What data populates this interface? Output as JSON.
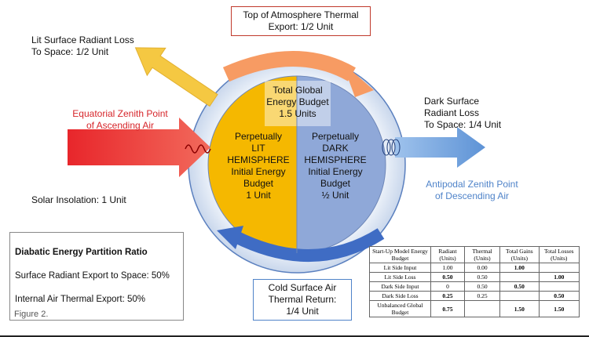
{
  "labels": {
    "top_atmosphere": "Top of Atmosphere Thermal\nExport: 1/2 Unit",
    "lit_surface_loss": "Lit Surface Radiant Loss\nTo Space: 1/2 Unit",
    "equatorial": "Equatorial Zenith Point\nof Ascending Air",
    "solar": "Solar Insolation: 1 Unit",
    "total_budget": "Total Global\nEnergy Budget\n1.5 Units",
    "lit_hemisphere": "Perpetually\nLIT\nHEMISPHERE\nInitial Energy\nBudget\n1 Unit",
    "dark_hemisphere": "Perpetually\nDARK\nHEMISPHERE\nInitial Energy\nBudget\n½ Unit",
    "dark_surface_loss": "Dark Surface\nRadiant Loss\nTo Space: 1/4 Unit",
    "antipodal": "Antipodal Zenith Point\nof Descending Air",
    "cold_return": "Cold Surface Air\nThermal Return:\n1/4 Unit",
    "figure": "Figure 2."
  },
  "partition": {
    "title": "Diabatic Energy Partition Ratio",
    "line1": "Surface Radiant Export to Space: 50%",
    "line2": "Internal Air Thermal Export: 50%"
  },
  "table": {
    "headers": [
      "Start-Up Model Energy Budget",
      "Radiant (Units)",
      "Thermal (Units)",
      "Total Gains (Units)",
      "Total Losses (Units)"
    ],
    "rows": [
      [
        "Lit Side Input",
        "1.00",
        "0.00",
        "1.00",
        ""
      ],
      [
        "Lit Side Loss",
        "0.50",
        "0.50",
        "",
        "1.00"
      ],
      [
        "Dark Side Input",
        "0",
        "0.50",
        "0.50",
        ""
      ],
      [
        "Dark Side Loss",
        "0.25",
        "0.25",
        "",
        "0.50"
      ],
      [
        "Unbalanced Global Budget",
        "0.75",
        "",
        "1.50",
        "1.50"
      ]
    ]
  },
  "colors": {
    "lit": "#f5b800",
    "dark": "#8fa8d8",
    "ring": "#dfe7f3",
    "solar_arrow": "#e8262b",
    "space_arrow": "#f5c842",
    "dark_arrow": "#7aa8e0",
    "thermal_arrow": "#f79b63",
    "return_arrow": "#3f6cc4"
  }
}
